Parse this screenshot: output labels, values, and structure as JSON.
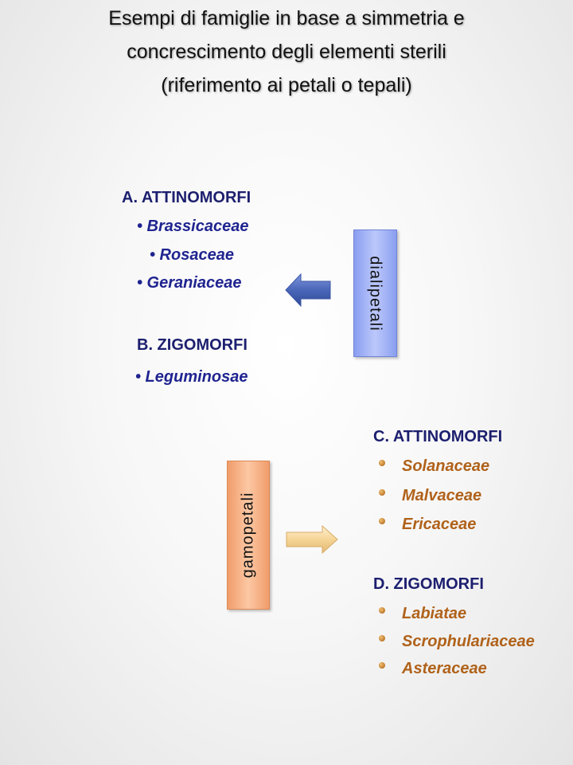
{
  "title": {
    "line1": "Esempi di famiglie in base a simmetria e",
    "line2": "concrescimento degli elementi sterili",
    "line3": "(riferimento ai petali o tepali)"
  },
  "dialipetali": {
    "label": "dialipetali",
    "group_a": {
      "heading": "A. ATTINOMORFI",
      "items": [
        "• Brassicaceae",
        "• Rosaceae",
        "• Geraniaceae"
      ]
    },
    "group_b": {
      "heading": "B. ZIGOMORFI",
      "items": [
        "• Leguminosae"
      ]
    }
  },
  "gamopetali": {
    "label": "gamopetali",
    "group_c": {
      "heading": "C. ATTINOMORFI",
      "items": [
        "Solanaceae",
        "Malvaceae",
        "Ericaceae"
      ]
    },
    "group_d": {
      "heading": "D. ZIGOMORFI",
      "items": [
        "Labiatae",
        "Scrophulariaceae",
        "Asteraceae"
      ]
    }
  },
  "colors": {
    "blue_text": "#1f2490",
    "brown_text": "#b0621a",
    "blue_box": "#a9b8f8",
    "orange_box": "#f7b48a",
    "blue_arrow": "#4a66b8",
    "yellow_arrow": "#f5d596"
  }
}
